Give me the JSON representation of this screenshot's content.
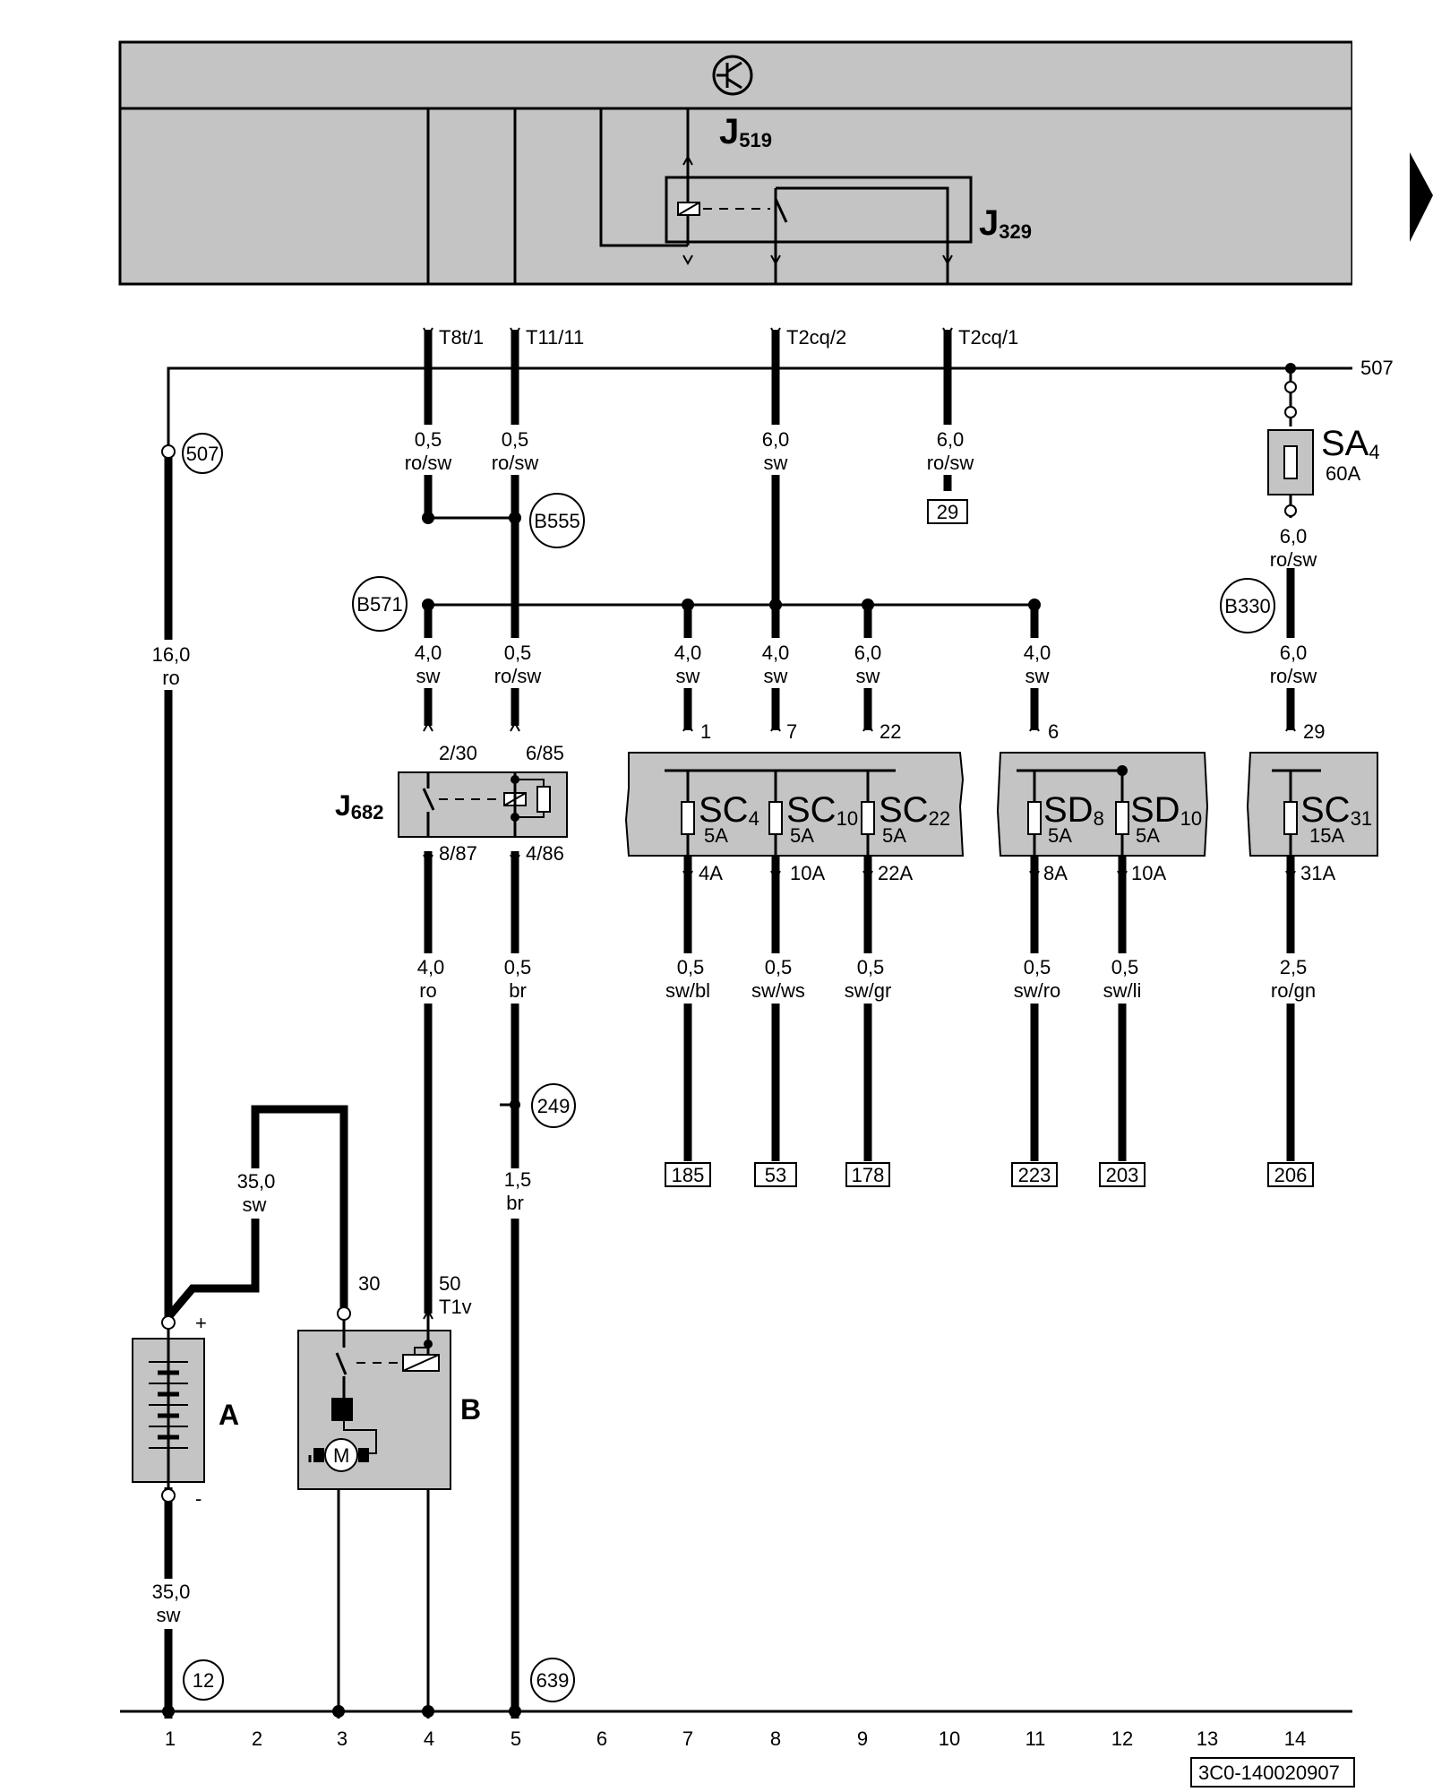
{
  "components": {
    "J519": {
      "name": "J",
      "sub": "519"
    },
    "J329": {
      "name": "J",
      "sub": "329"
    },
    "J682": {
      "name": "J",
      "sub": "682"
    },
    "SA4": {
      "name": "SA",
      "sub": "4",
      "rating": "60A"
    },
    "A": {
      "name": "A",
      "plus": "+",
      "minus": "-"
    },
    "B": {
      "name": "B",
      "motor": "M",
      "term30": "30",
      "term50": "50",
      "term50_conn": "T1v"
    }
  },
  "connectors": {
    "t8t1": "T8t/1",
    "t11_11": "T11/11",
    "t2cq2": "T2cq/2",
    "t2cq1": "T2cq/1",
    "j682_in_a": "2/30",
    "j682_in_b": "6/85",
    "j682_out_a": "8/87",
    "j682_out_b": "4/86"
  },
  "bus_label": "507",
  "ground_points": {
    "g507": "507",
    "b555": "B555",
    "b571": "B571",
    "b330": "B330",
    "g249": "249",
    "g12": "12",
    "g639": "639"
  },
  "wires": [
    {
      "id": "w1",
      "size": "0,5",
      "color": "ro/sw"
    },
    {
      "id": "w2",
      "size": "0,5",
      "color": "ro/sw"
    },
    {
      "id": "w3",
      "size": "6,0",
      "color": "sw"
    },
    {
      "id": "w4",
      "size": "6,0",
      "color": "ro/sw"
    },
    {
      "id": "w5",
      "size": "16,0",
      "color": "ro"
    },
    {
      "id": "w6",
      "size": "6,0",
      "color": "ro/sw"
    },
    {
      "id": "w7",
      "size": "4,0",
      "color": "sw"
    },
    {
      "id": "w8",
      "size": "0,5",
      "color": "ro/sw"
    },
    {
      "id": "w9",
      "size": "4,0",
      "color": "sw"
    },
    {
      "id": "w10",
      "size": "4,0",
      "color": "sw"
    },
    {
      "id": "w11",
      "size": "6,0",
      "color": "sw"
    },
    {
      "id": "w12",
      "size": "4,0",
      "color": "sw"
    },
    {
      "id": "w13",
      "size": "6,0",
      "color": "ro/sw"
    },
    {
      "id": "w14",
      "size": "4,0",
      "color": "ro"
    },
    {
      "id": "w15",
      "size": "0,5",
      "color": "br"
    },
    {
      "id": "w16",
      "size": "0,5",
      "color": "sw/bl"
    },
    {
      "id": "w17",
      "size": "0,5",
      "color": "sw/ws"
    },
    {
      "id": "w18",
      "size": "0,5",
      "color": "sw/gr"
    },
    {
      "id": "w19",
      "size": "0,5",
      "color": "sw/ro"
    },
    {
      "id": "w20",
      "size": "0,5",
      "color": "sw/li"
    },
    {
      "id": "w21",
      "size": "2,5",
      "color": "ro/gn"
    },
    {
      "id": "w22",
      "size": "1,5",
      "color": "br"
    },
    {
      "id": "w23",
      "size": "35,0",
      "color": "sw"
    },
    {
      "id": "w24",
      "size": "35,0",
      "color": "sw"
    }
  ],
  "fuse_pins_in": [
    "1",
    "7",
    "22",
    "6",
    "29"
  ],
  "fuse_pins_out": [
    "4A",
    "10A",
    "22A",
    "8A",
    "10A",
    "31A"
  ],
  "fuses": [
    {
      "id": "sc4",
      "name": "SC",
      "sub": "4",
      "rating": "5A"
    },
    {
      "id": "sc10",
      "name": "SC",
      "sub": "10",
      "rating": "5A"
    },
    {
      "id": "sc22",
      "name": "SC",
      "sub": "22",
      "rating": "5A"
    },
    {
      "id": "sd8",
      "name": "SD",
      "sub": "8",
      "rating": "5A"
    },
    {
      "id": "sd10",
      "name": "SD",
      "sub": "10",
      "rating": "5A"
    },
    {
      "id": "sc31",
      "name": "SC",
      "sub": "31",
      "rating": "15A"
    }
  ],
  "refs": [
    "29",
    "185",
    "53",
    "178",
    "223",
    "203",
    "206"
  ],
  "tracks": [
    "1",
    "2",
    "3",
    "4",
    "5",
    "6",
    "7",
    "8",
    "9",
    "10",
    "11",
    "12",
    "13",
    "14"
  ],
  "doc_id": "3C0-140020907"
}
